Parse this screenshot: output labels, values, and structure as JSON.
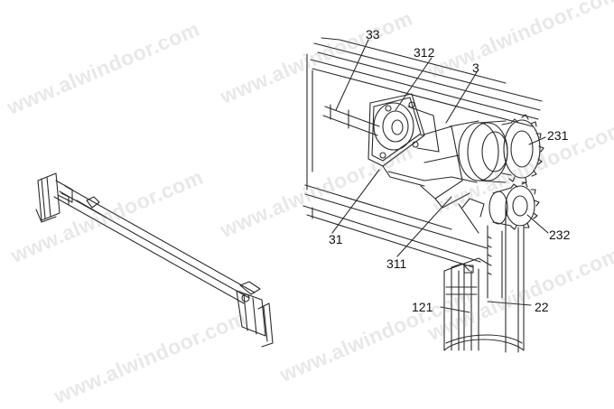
{
  "watermark": "www.alwindoor.com",
  "labels": {
    "l33": "33",
    "l312": "312",
    "l3": "3",
    "l231": "231",
    "l31": "31",
    "l311": "311",
    "l232": "232",
    "l121": "121",
    "l22": "22"
  },
  "colors": {
    "line": "#2a2a2a",
    "watermark": "#969696"
  }
}
